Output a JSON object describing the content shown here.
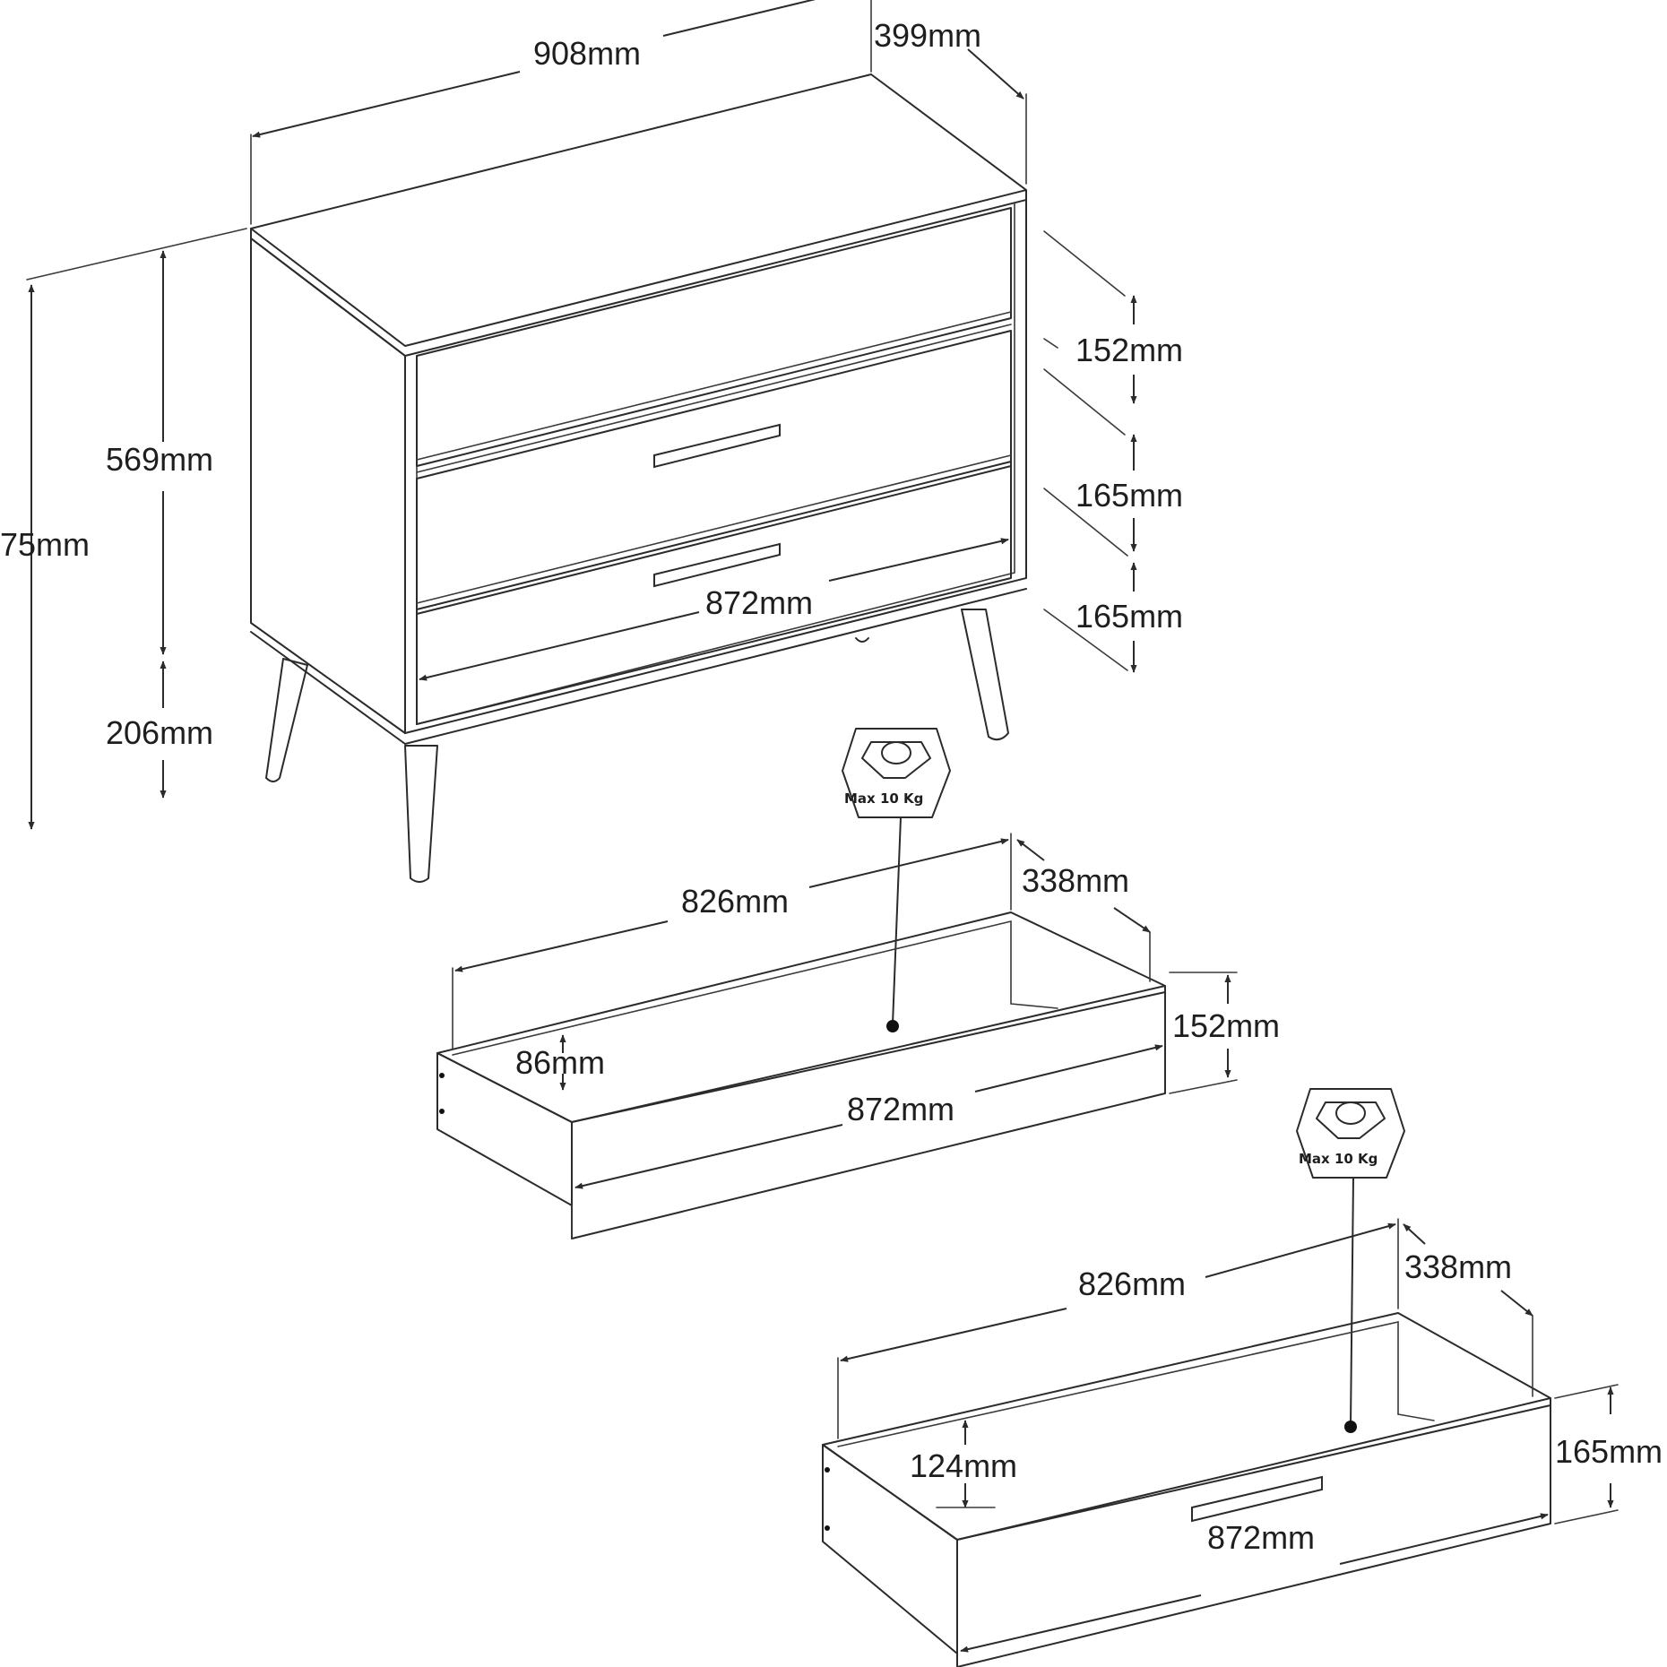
{
  "cabinet": {
    "width": "908mm",
    "depth": "399mm",
    "total_height": "75mm",
    "body_height": "569mm",
    "leg_height": "206mm",
    "drawer_inner_width": "872mm",
    "drawer1_height": "152mm",
    "drawer2_height": "165mm",
    "drawer3_height": "165mm"
  },
  "drawer_top": {
    "inner_width": "826mm",
    "inner_depth": "338mm",
    "front_height": "152mm",
    "inner_height": "86mm",
    "front_width": "872mm",
    "weight_label": "Max 10  Kg"
  },
  "drawer_bottom": {
    "inner_width": "826mm",
    "inner_depth": "338mm",
    "front_height": "165mm",
    "inner_height": "124mm",
    "front_width": "872mm",
    "weight_label": "Max 10  Kg"
  }
}
